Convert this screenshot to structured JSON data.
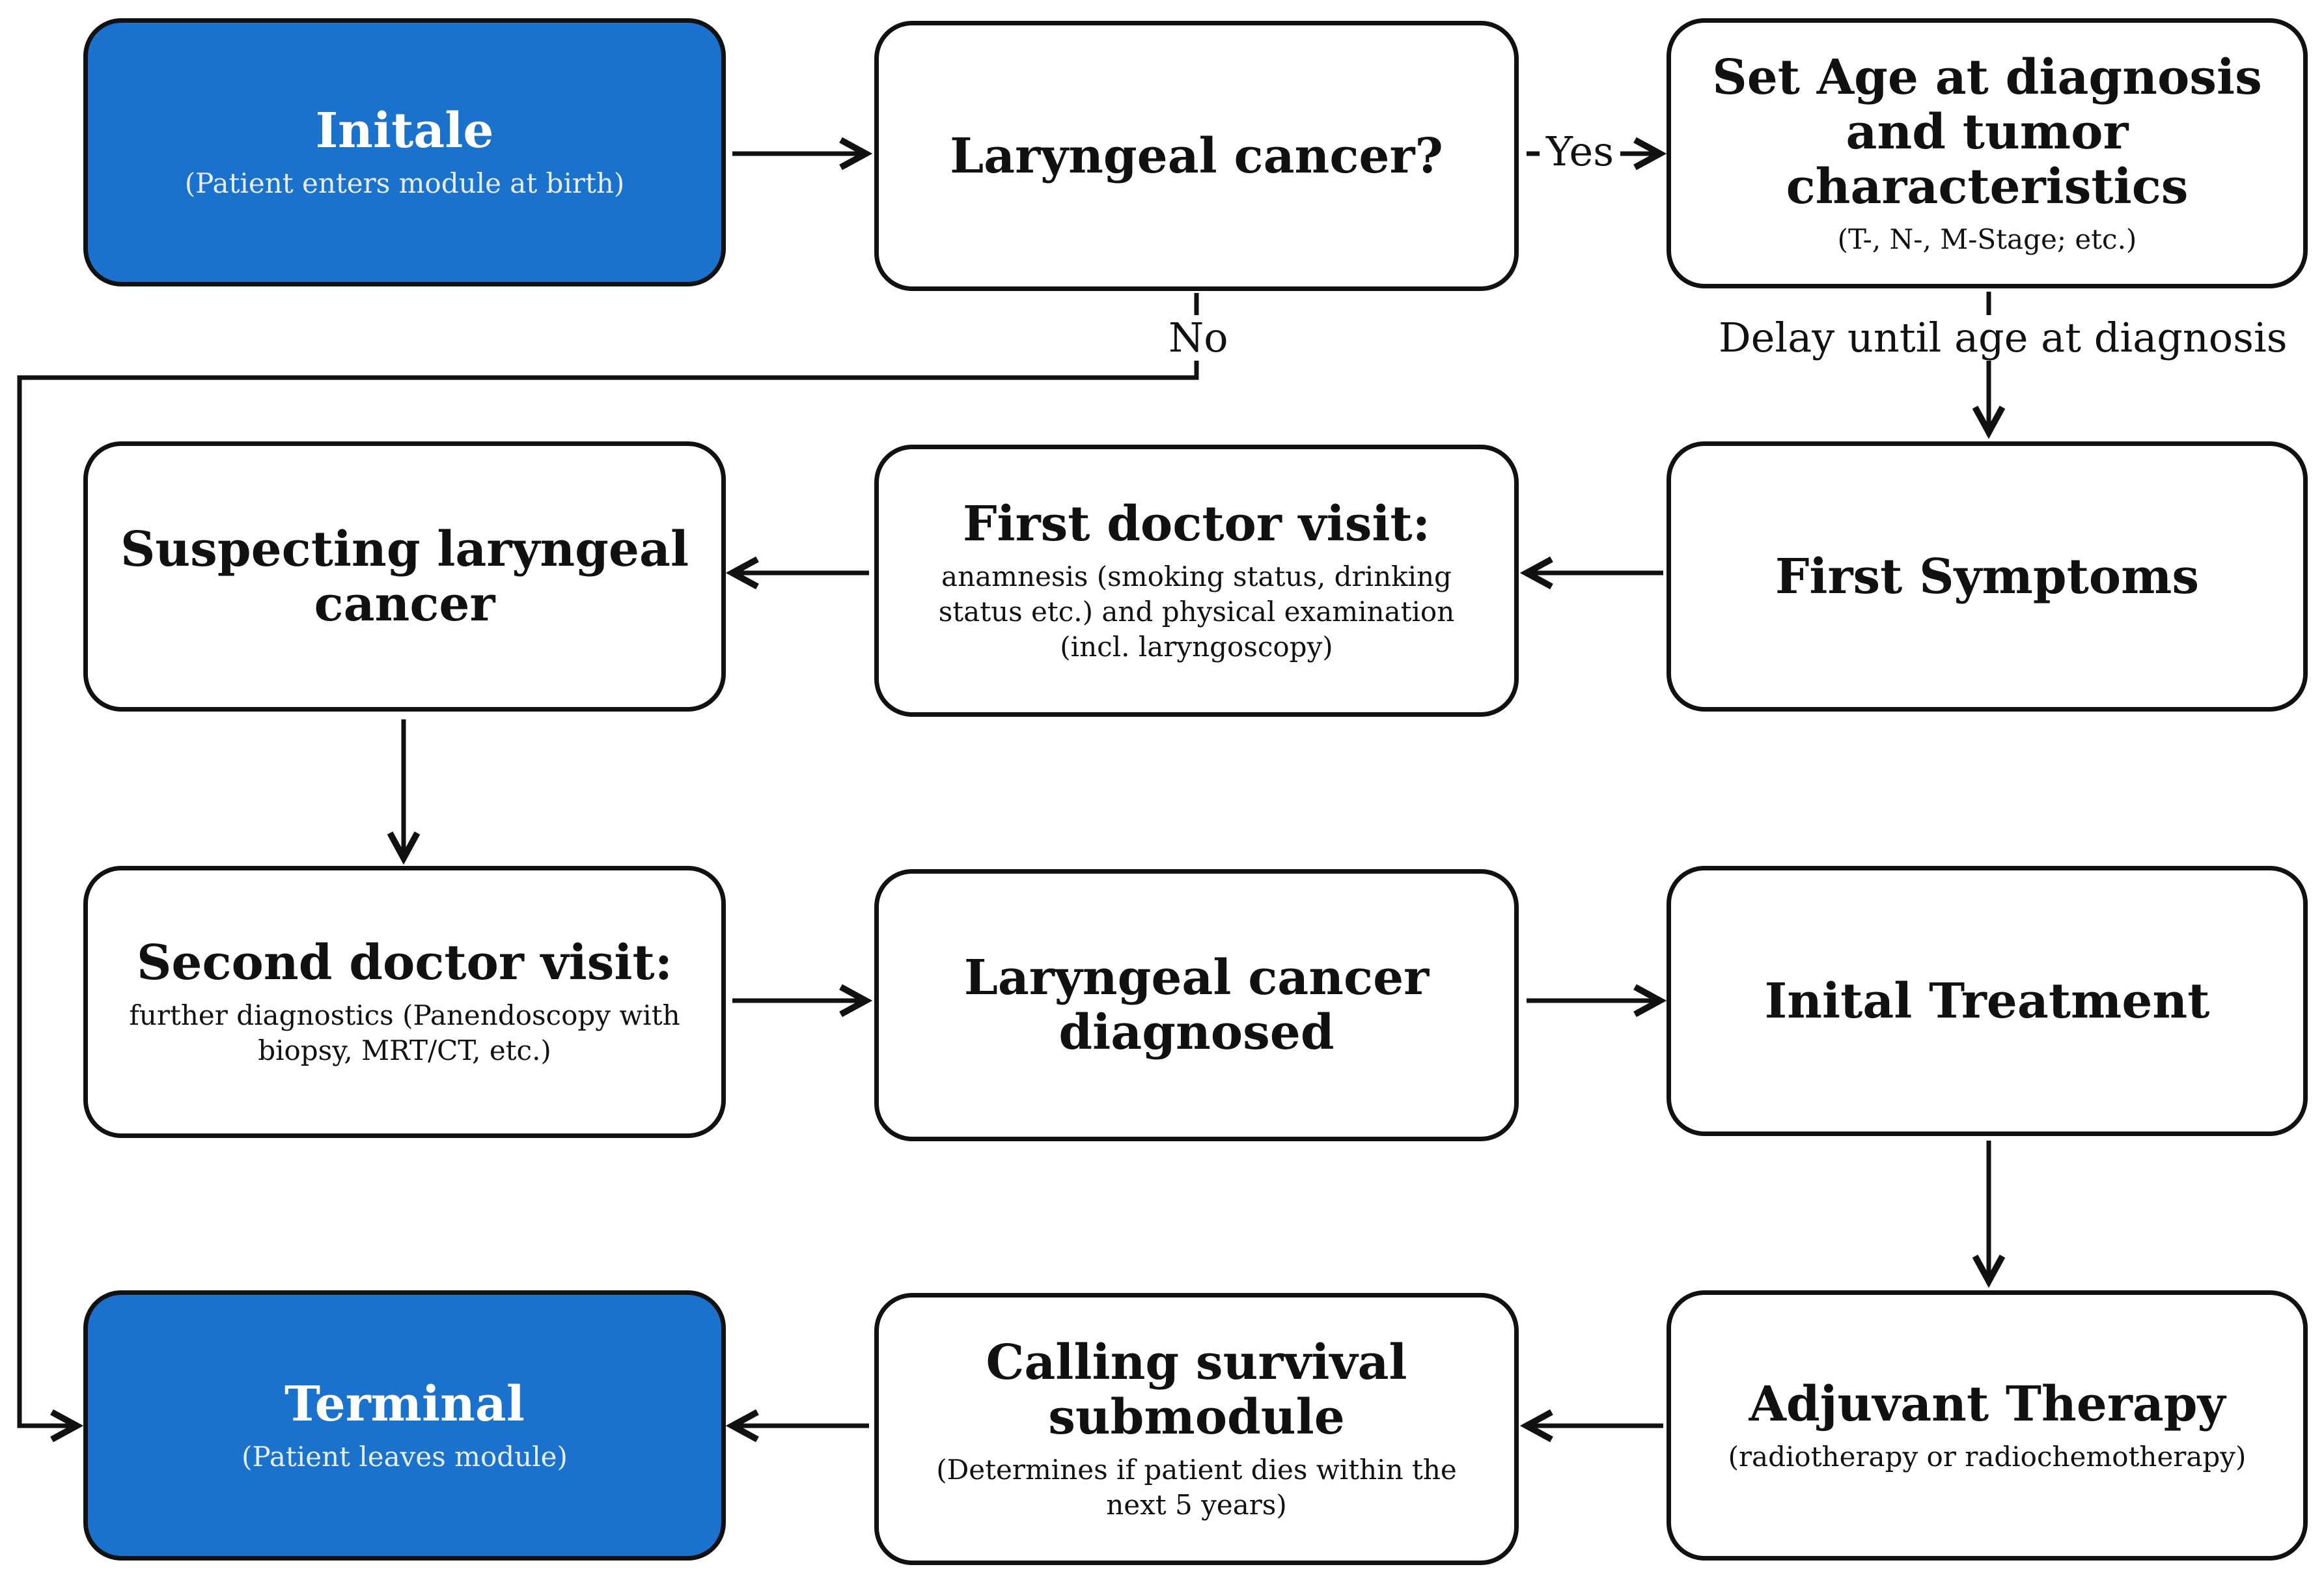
{
  "nodes": {
    "initale": {
      "title": "Initale",
      "sub": "(Patient enters module at birth)"
    },
    "laryngeal_q": {
      "title": "Laryngeal cancer?"
    },
    "set_age": {
      "title": "Set Age at diagnosis and tumor characteristics",
      "sub": "(T-, N-, M-Stage; etc.)"
    },
    "suspecting": {
      "title": "Suspecting laryngeal cancer"
    },
    "first_visit": {
      "title": "First doctor visit:",
      "sub": "anamnesis (smoking status, drinking status etc.) and physical examination (incl. laryngoscopy)"
    },
    "first_symptoms": {
      "title": "First Symptoms"
    },
    "second_visit": {
      "title": "Second doctor visit:",
      "sub": "further diagnostics (Panendoscopy with biopsy, MRT/CT, etc.)"
    },
    "diagnosed": {
      "title": "Laryngeal cancer diagnosed"
    },
    "initial_treatment": {
      "title": "Inital Treatment"
    },
    "terminal": {
      "title": "Terminal",
      "sub": "(Patient leaves module)"
    },
    "survival": {
      "title": "Calling survival submodule",
      "sub": "(Determines if patient dies within the next 5 years)"
    },
    "adjuvant": {
      "title": "Adjuvant Therapy",
      "sub": "(radiotherapy or radiochemotherapy)"
    }
  },
  "edge_labels": {
    "yes": "Yes",
    "no": "No",
    "delay": "Delay until age at diagnosis"
  },
  "colors": {
    "terminal_fill": "#1a72cc",
    "border": "#111111"
  }
}
